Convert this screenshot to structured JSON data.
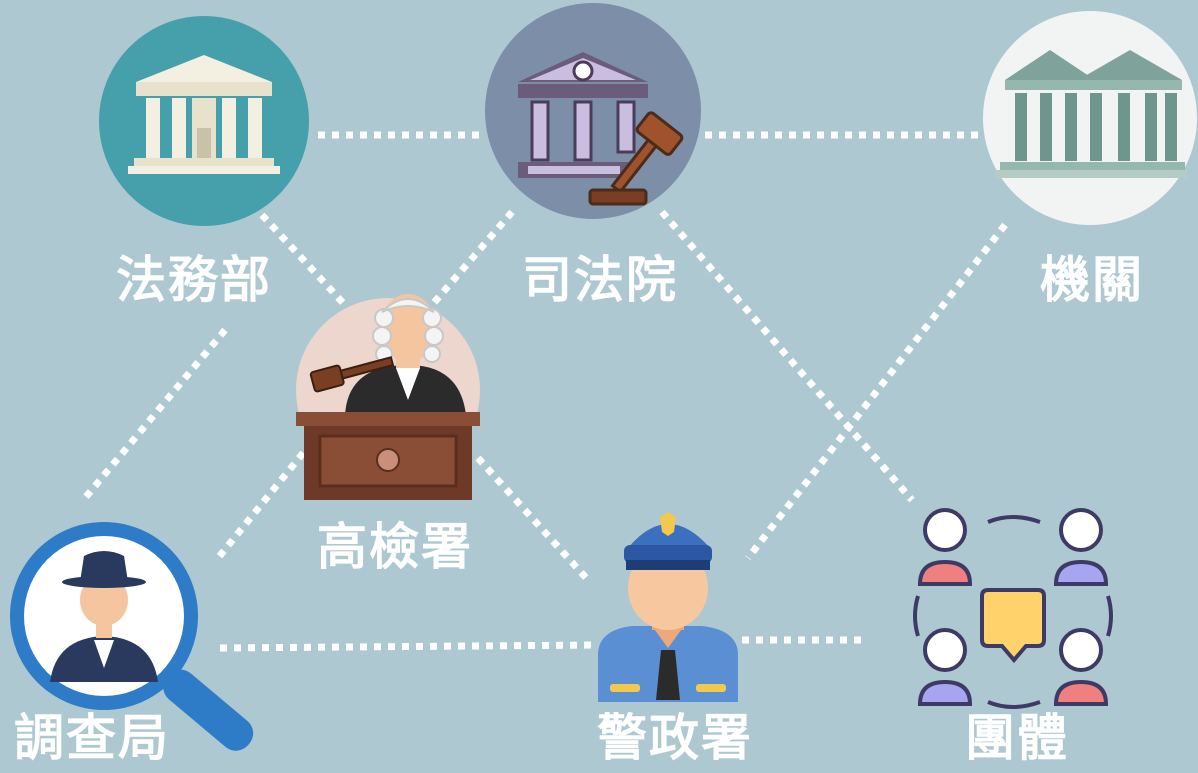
{
  "colors": {
    "background": "#adc8d1",
    "connector": "#ffffff",
    "label": "#ffffff"
  },
  "nodes": [
    {
      "key": "moj",
      "label": "法務部",
      "icon": "ministry-building-icon"
    },
    {
      "key": "judicial",
      "label": "司法院",
      "icon": "courthouse-gavel-icon"
    },
    {
      "key": "agency",
      "label": "機關",
      "icon": "government-building-icon"
    },
    {
      "key": "prosecutor",
      "label": "高檢署",
      "icon": "judge-icon"
    },
    {
      "key": "investigation",
      "label": "調查局",
      "icon": "investigator-magnifier-icon"
    },
    {
      "key": "police",
      "label": "警政署",
      "icon": "police-officer-icon"
    },
    {
      "key": "groups",
      "label": "團體",
      "icon": "group-discussion-icon"
    }
  ]
}
